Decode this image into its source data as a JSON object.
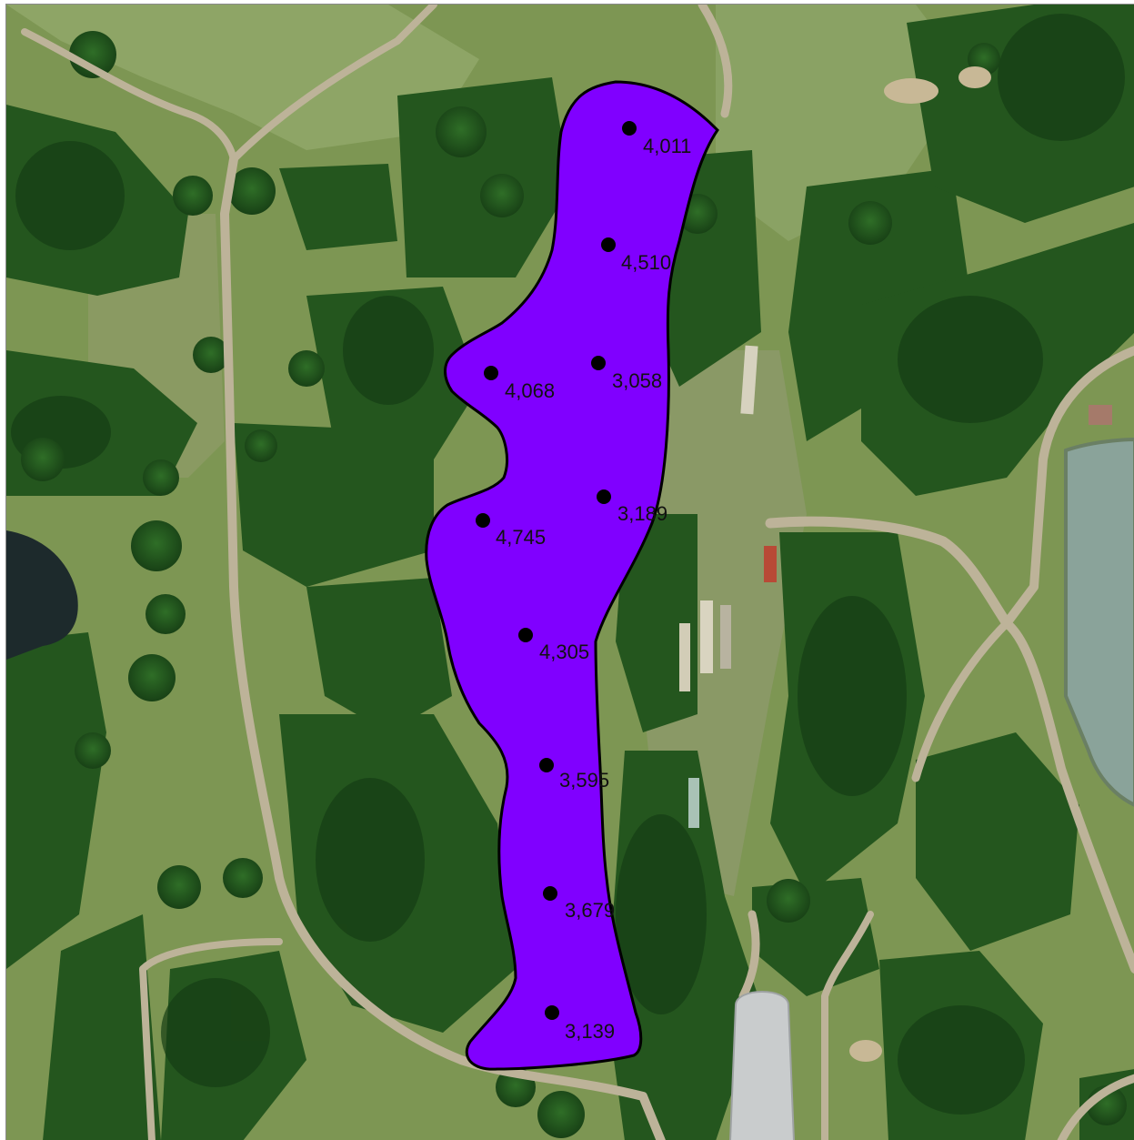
{
  "map": {
    "basemap": "satellite-imagery",
    "field_boundary": {
      "fill": "#8000ff",
      "stroke": "#000000"
    },
    "sample_point_color": "#000000",
    "samples": [
      {
        "label": "4,011"
      },
      {
        "label": "4,510"
      },
      {
        "label": "4,068"
      },
      {
        "label": "3,058"
      },
      {
        "label": "3,189"
      },
      {
        "label": "4,745"
      },
      {
        "label": "4,305"
      },
      {
        "label": "3,595"
      },
      {
        "label": "3,679"
      },
      {
        "label": "3,139"
      }
    ]
  },
  "colors": {
    "grass": "#7d9653",
    "grass_dark": "#5d7a3c",
    "trees": "#24561e",
    "trees_dark": "#163d14",
    "path": "#bdb399",
    "water": "#1d2a2c",
    "pond_surface": "#8aa39a"
  }
}
